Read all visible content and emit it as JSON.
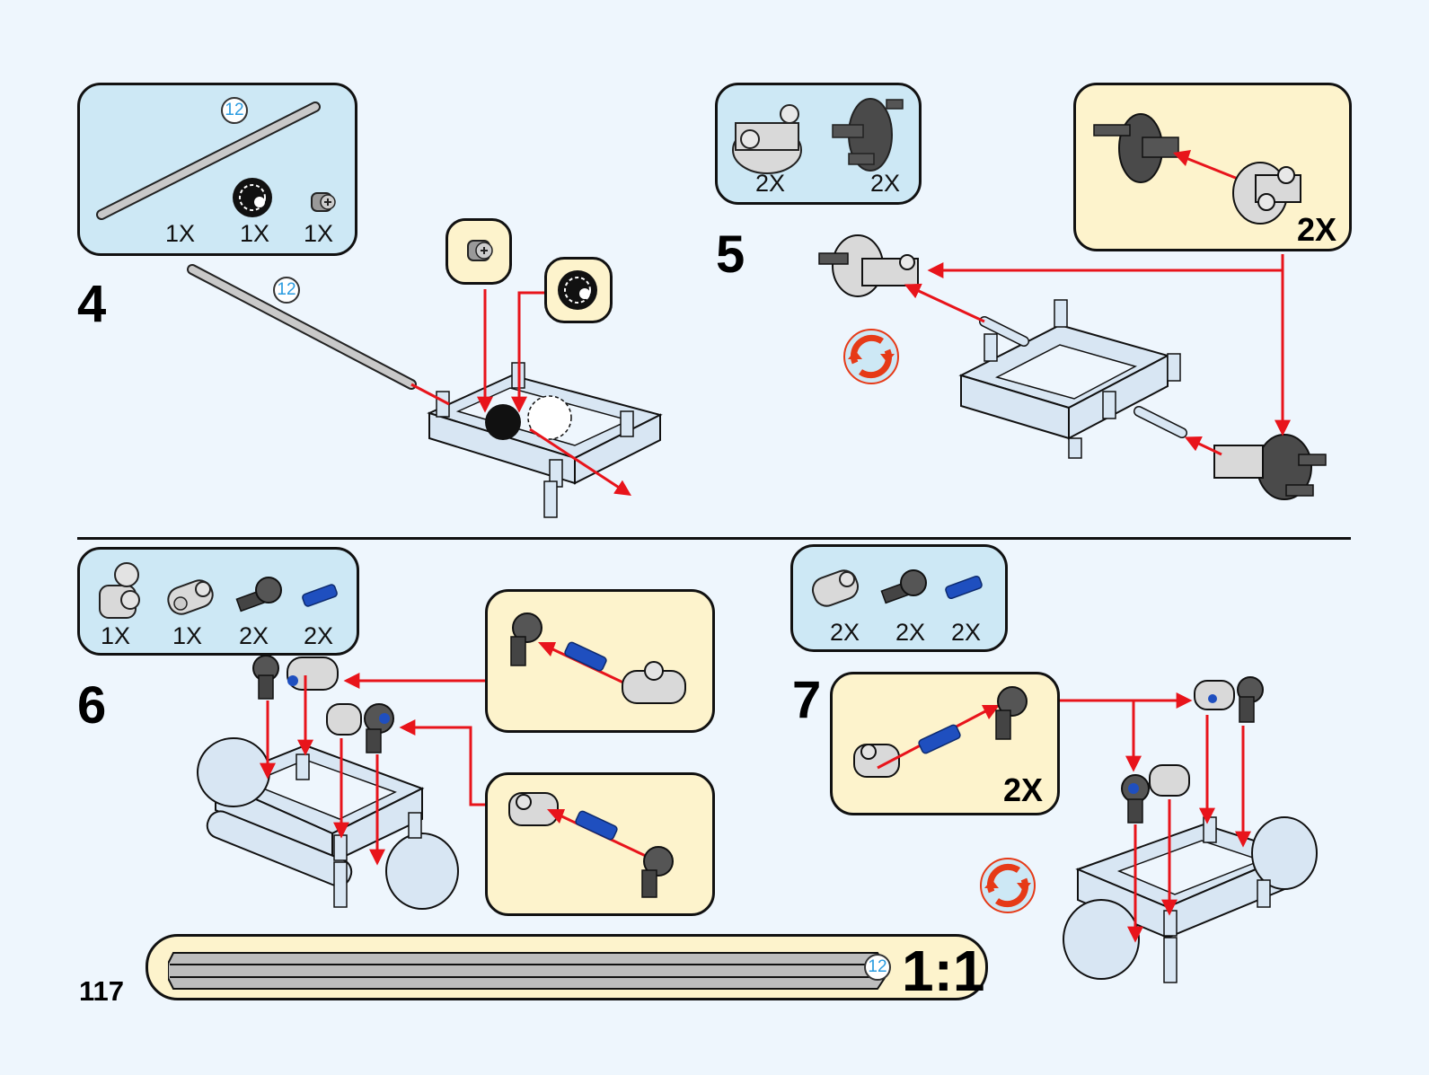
{
  "page": {
    "page_number": "117",
    "background_color": "#eef6fd",
    "parts_box_color": "#cde8f5",
    "subassembly_box_color": "#fdf3cc",
    "arrow_color": "#e8141b",
    "rotate_icon_color": "#e63a17"
  },
  "steps": [
    {
      "number": "4",
      "parts": [
        {
          "name": "axle-12",
          "length_badge": "12",
          "qty": "1X"
        },
        {
          "name": "gear-12-tooth",
          "qty": "1X"
        },
        {
          "name": "bush",
          "qty": "1X"
        }
      ],
      "callouts": [
        "bush",
        "gear-12-tooth"
      ],
      "axle_length_badge": "12"
    },
    {
      "number": "5",
      "parts": [
        {
          "name": "pin-connector-hub",
          "qty": "2X"
        },
        {
          "name": "hub-with-pins",
          "qty": "2X"
        }
      ],
      "subassembly_multiplier": "2X",
      "rotate_icon": "rotate-model-icon"
    },
    {
      "number": "6",
      "parts": [
        {
          "name": "perpendicular-connector-3L",
          "qty": "1X"
        },
        {
          "name": "axle-pin-connector-perpendicular",
          "qty": "1X"
        },
        {
          "name": "pin-connector-angled-dark",
          "qty": "2X"
        },
        {
          "name": "axle-pin-blue",
          "qty": "2X"
        }
      ]
    },
    {
      "number": "7",
      "parts": [
        {
          "name": "axle-pin-connector-perpendicular",
          "qty": "2X"
        },
        {
          "name": "pin-connector-angled-dark",
          "qty": "2X"
        },
        {
          "name": "axle-pin-blue",
          "qty": "2X"
        }
      ],
      "subassembly_multiplier": "2X",
      "rotate_icon": "rotate-model-icon"
    }
  ],
  "scale_reference": {
    "length_badge": "12",
    "scale_label": "1:1"
  }
}
